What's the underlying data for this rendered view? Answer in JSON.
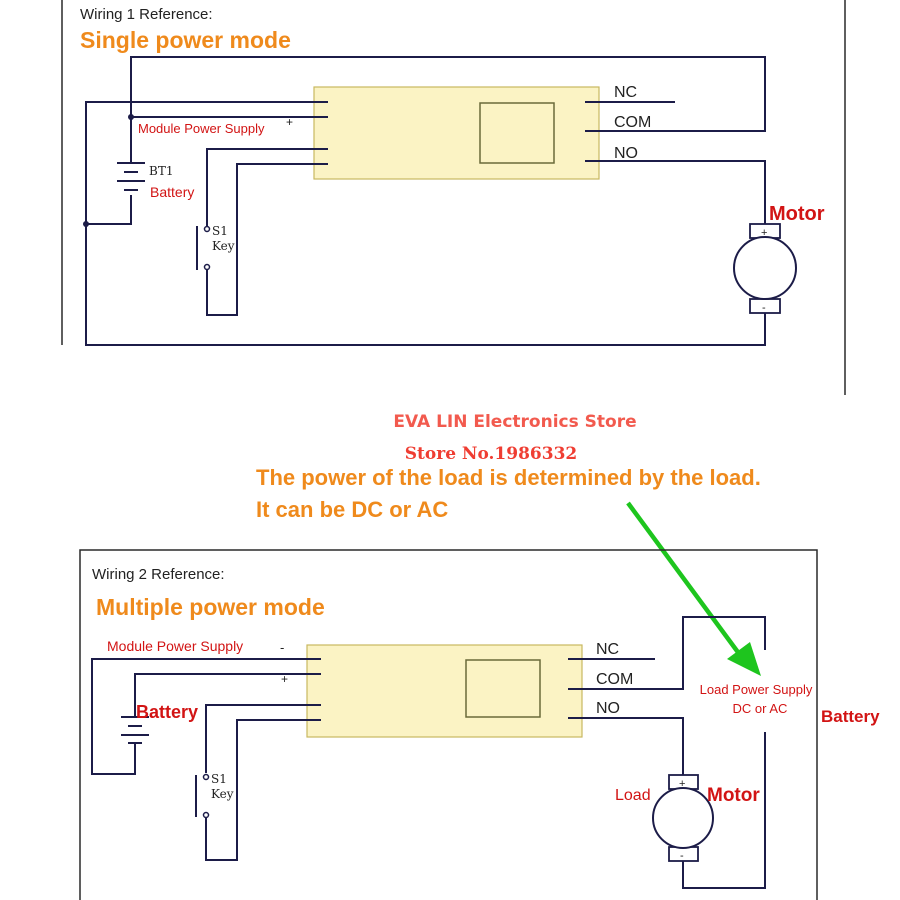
{
  "wiring1": {
    "reference_label": "Wiring 1 Reference:",
    "mode_title": "Single power mode",
    "module_power_supply": "Module Power Supply",
    "plus": "+",
    "bt_label": "BT1",
    "battery_label": "Battery",
    "switch_label": "S1",
    "key_label": "Key",
    "nc": "NC",
    "com": "COM",
    "no": "NO",
    "motor_label": "Motor",
    "motor_plus": "+",
    "motor_minus": "-"
  },
  "store": {
    "name": "EVA LIN Electronics Store",
    "number": "Store No.1986332"
  },
  "note": {
    "line1": "The power of the load is determined by the load.",
    "line2": "It can be DC or AC"
  },
  "wiring2": {
    "reference_label": "Wiring 2 Reference:",
    "mode_title": "Multiple power mode",
    "module_power_supply": "Module Power Supply",
    "minus": "-",
    "plus": "+",
    "battery_label": "Battery",
    "switch_label": "S1",
    "key_label": "Key",
    "nc": "NC",
    "com": "COM",
    "no": "NO",
    "load_supply_line1": "Load Power Supply",
    "load_supply_line2": "DC or AC",
    "battery_right_label": "Battery",
    "load_label": "Load",
    "motor_label": "Motor",
    "motor_plus": "+",
    "motor_minus": "-"
  },
  "colors": {
    "wire": "#1c1c48",
    "module_fill": "#fbf3c4",
    "label_red": "#d21414",
    "title_orange": "#ef8a1c",
    "arrow_green": "#1ec51e"
  }
}
